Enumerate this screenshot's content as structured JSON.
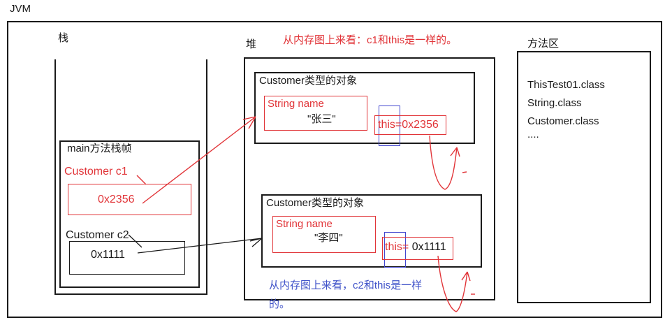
{
  "title": "JVM",
  "colors": {
    "ink": "#1a1a1a",
    "red": "#e13438",
    "blue_box": "#4347cf",
    "blue_text": "#4053c9"
  },
  "stack": {
    "label": "栈",
    "frame_title": "main方法栈帧",
    "c1_decl": "Customer c1",
    "c1_value": "0x2356",
    "c2_decl": "Customer c2",
    "c2_value": "0x1111"
  },
  "heap": {
    "label": "堆",
    "top_note": "从内存图上来看：c1和this是一样的。",
    "bottom_note_line1": "从内存图上来看，c2和this是一样",
    "bottom_note_line2": "的。",
    "object1": {
      "title": "Customer类型的对象",
      "field_decl": "String name",
      "field_value": "\"张三\"",
      "this_text": "this=0x2356"
    },
    "object2": {
      "title": "Customer类型的对象",
      "field_decl": "String name",
      "field_value": "\"李四\"",
      "this_label": "this=",
      "this_value": "0x1111"
    }
  },
  "method_area": {
    "label": "方法区",
    "items": [
      "ThisTest01.class",
      "String.class",
      "Customer.class",
      "...."
    ]
  }
}
